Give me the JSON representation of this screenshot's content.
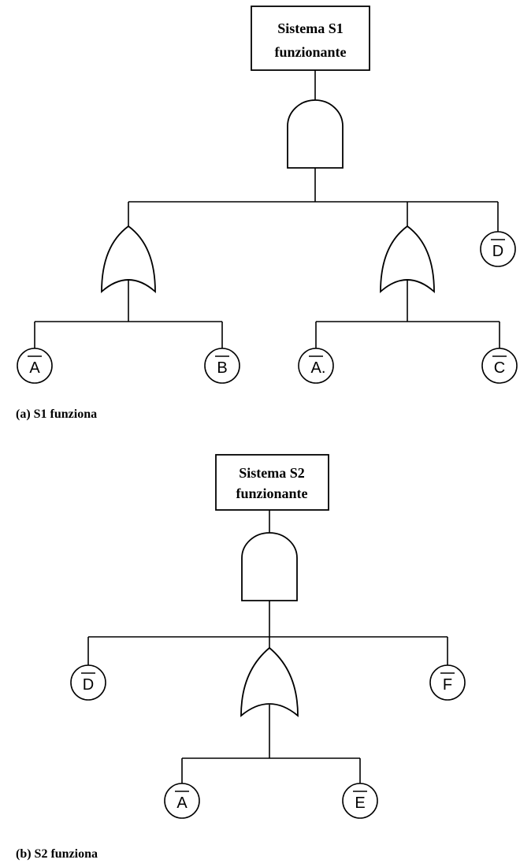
{
  "diagrams": [
    {
      "top_event": {
        "line1": "Sistema S1",
        "line2": "funzionante"
      },
      "caption": "(a) S1 funziona",
      "events": [
        {
          "label": "A"
        },
        {
          "label": "B"
        },
        {
          "label": "A."
        },
        {
          "label": "C"
        },
        {
          "label": "D"
        }
      ]
    },
    {
      "top_event": {
        "line1": "Sistema S2",
        "line2": "funzionante"
      },
      "caption": "(b) S2 funziona",
      "events": [
        {
          "label": "D"
        },
        {
          "label": "F"
        },
        {
          "label": "A"
        },
        {
          "label": "E"
        }
      ]
    }
  ]
}
